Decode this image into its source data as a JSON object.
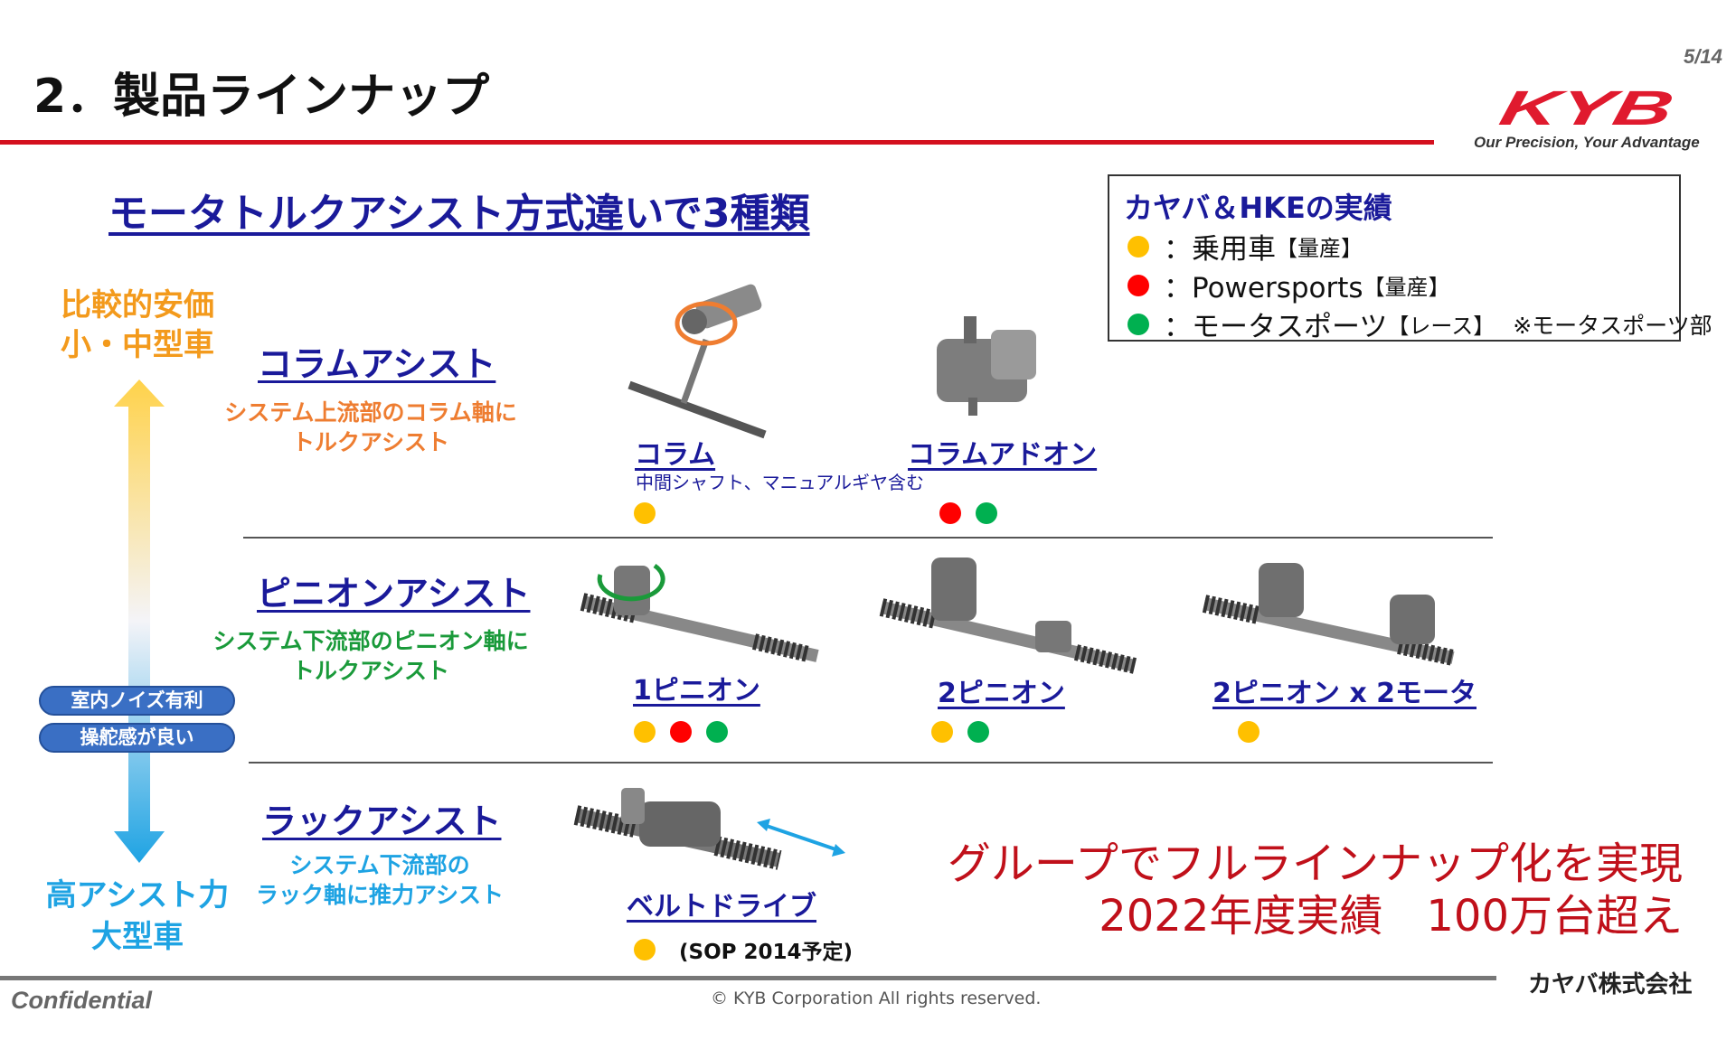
{
  "header": {
    "title": "2．製品ラインナップ",
    "page": "5/14",
    "logo_text": "KYB",
    "tagline": "Our Precision, Your Advantage"
  },
  "subtitle": "モータトルクアシスト方式違いで3種類",
  "legend": {
    "title": "カヤバ＆HKEの実績",
    "items": [
      {
        "color": "#ffc000",
        "label": "：乗用車",
        "tag": "【量産】",
        "note": ""
      },
      {
        "color": "#ff0000",
        "label": "：Powersports",
        "tag": "【量産】",
        "note": ""
      },
      {
        "color": "#00b050",
        "label": "：モータスポーツ",
        "tag": "【レース】",
        "note": "※モータスポーツ部"
      }
    ]
  },
  "axis": {
    "top": [
      "比較的安価",
      "小・中型車"
    ],
    "bottom": [
      "高アシスト力",
      "大型車"
    ],
    "pills": [
      "室内ノイズ有利",
      "操舵感が良い"
    ]
  },
  "categories": [
    {
      "name": "コラムアシスト",
      "desc": [
        "システム上流部のコラム軸に",
        "トルクアシスト"
      ],
      "color": "#ee7d31"
    },
    {
      "name": "ピニオンアシスト",
      "desc": [
        "システム下流部のピニオン軸に",
        "トルクアシスト"
      ],
      "color": "#1a9a3a"
    },
    {
      "name": "ラックアシスト",
      "desc": [
        "システム下流部の",
        "ラック軸に推力アシスト"
      ],
      "color": "#1ea3e3"
    }
  ],
  "products": {
    "column": {
      "label": "コラム",
      "sub": "中間シャフト、マニュアルギヤ含む",
      "dots": [
        "#ffc000"
      ]
    },
    "column_addon": {
      "label": "コラムアドオン",
      "dots": [
        "#ff0000",
        "#00b050"
      ]
    },
    "pinion1": {
      "label": "1ピニオン",
      "dots": [
        "#ffc000",
        "#ff0000",
        "#00b050"
      ]
    },
    "pinion2": {
      "label": "2ピニオン",
      "dots": [
        "#ffc000",
        "#00b050"
      ]
    },
    "pinion2_motor2": {
      "label": "2ピニオン x 2モータ",
      "dots": [
        "#ffc000"
      ]
    },
    "belt": {
      "label": "ベルトドライブ",
      "dots": [
        "#ffc000"
      ],
      "note": "(SOP 2014予定)"
    }
  },
  "message": [
    "グループでフルラインナップ化を実現",
    "2022年度実績　100万台超え"
  ],
  "footer": {
    "company": "カヤバ株式会社",
    "confidential": "Confidential",
    "copyright": "© KYB Corporation All rights reserved."
  }
}
